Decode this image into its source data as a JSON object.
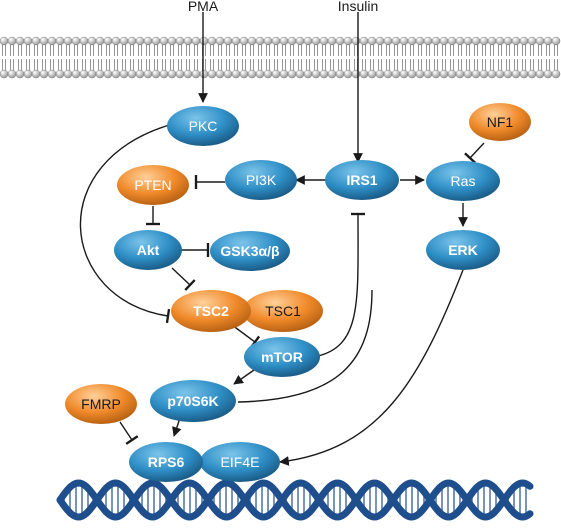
{
  "inputs": {
    "pma": "PMA",
    "insulin": "Insulin"
  },
  "nodes": {
    "pkc": "PKC",
    "nf1": "NF1",
    "pten": "PTEN",
    "pi3k": "PI3K",
    "irs1": "IRS1",
    "ras": "Ras",
    "akt": "Akt",
    "gsk3": "GSK3α/β",
    "erk": "ERK",
    "tsc2": "TSC2",
    "tsc1": "TSC1",
    "mtor": "mTOR",
    "fmrp": "FMRP",
    "p70s6k": "p70S6K",
    "rps6": "RPS6",
    "eif4e": "EIF4E"
  },
  "colors": {
    "blue_node": "#2f8fc6",
    "orange_node": "#f08a2a",
    "dna": "#1f4e8c",
    "membrane_head": "#c9c9c9"
  }
}
